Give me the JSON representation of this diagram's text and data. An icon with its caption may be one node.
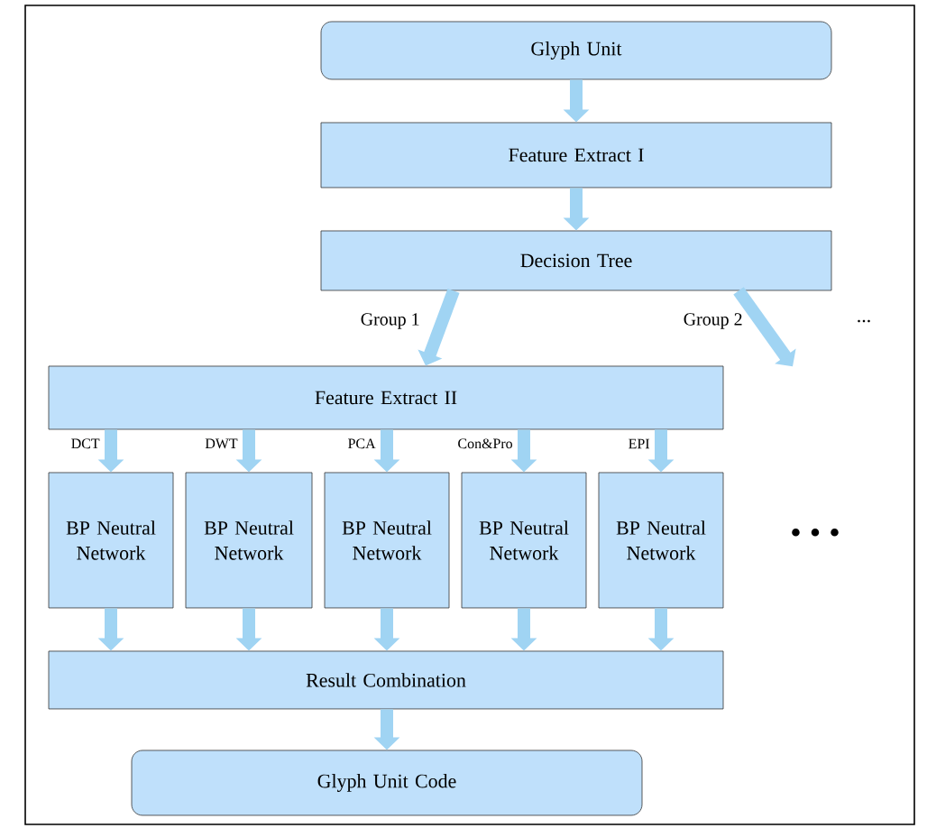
{
  "diagram": {
    "nodes": [
      {
        "text": [
          "Glyph Unit"
        ]
      },
      {
        "text": [
          "Feature Extract I"
        ]
      },
      {
        "text": [
          "Decision Tree"
        ]
      },
      {
        "text": [
          "Feature Extract II"
        ]
      },
      {
        "text": [
          "BP Neutral Network"
        ]
      },
      {
        "text": [
          "BP Neutral Network"
        ]
      },
      {
        "text": [
          "BP Neutral Network"
        ]
      },
      {
        "text": [
          "BP Neutral Network"
        ]
      },
      {
        "text": [
          "BP Neutral Network"
        ]
      },
      {
        "text": [
          "Result Combination"
        ]
      },
      {
        "text": [
          "Glyph Unit Code"
        ]
      }
    ],
    "edges": [
      {
        "from": 0,
        "to": 1,
        "arrow": "to"
      },
      {
        "from": 1,
        "to": 2,
        "arrow": "to"
      },
      {
        "from": 2,
        "to": 3,
        "arrow": "to",
        "label": "Group 1"
      },
      {
        "from": 2,
        "to": null,
        "arrow": "to",
        "label": "Group 2"
      },
      {
        "from": 3,
        "to": 4,
        "arrow": "to",
        "label": "DCT"
      },
      {
        "from": 3,
        "to": 5,
        "arrow": "to",
        "label": "DWT"
      },
      {
        "from": 3,
        "to": 6,
        "arrow": "to",
        "label": "PCA"
      },
      {
        "from": 3,
        "to": 7,
        "arrow": "to",
        "label": "Con&Pro"
      },
      {
        "from": 3,
        "to": 8,
        "arrow": "to",
        "label": "EPI"
      },
      {
        "from": 4,
        "to": 9,
        "arrow": "to"
      },
      {
        "from": 5,
        "to": 9,
        "arrow": "to"
      },
      {
        "from": 6,
        "to": 9,
        "arrow": "to"
      },
      {
        "from": 7,
        "to": 9,
        "arrow": "to"
      },
      {
        "from": 8,
        "to": 9,
        "arrow": "to"
      },
      {
        "from": 9,
        "to": 10,
        "arrow": "to"
      }
    ],
    "labels": [
      "...",
      "• • •"
    ]
  }
}
